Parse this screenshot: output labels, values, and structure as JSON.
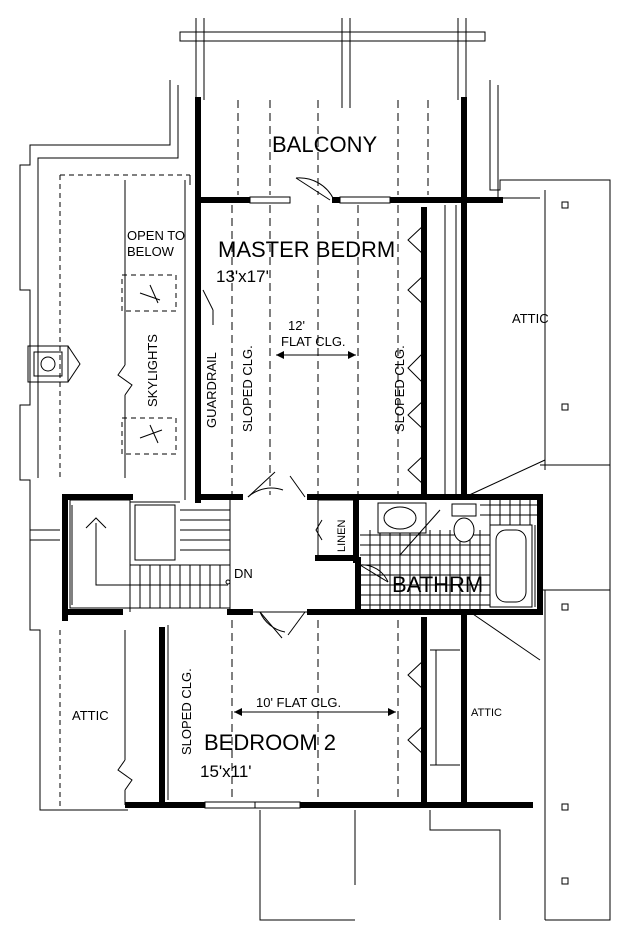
{
  "labels": {
    "balcony": "BALCONY",
    "master_bedroom": "MASTER BEDRM",
    "master_size": "13'x17'",
    "open_to_below_1": "OPEN TO",
    "open_to_below_2": "BELOW",
    "skylights": "SKYLIGHTS",
    "guardrail": "GUARDRAIL",
    "sloped_clg_left": "SLOPED CLG.",
    "flat_clg_master_1": "12'",
    "flat_clg_master_2": "FLAT CLG.",
    "sloped_clg_right": "SLOPED CLG.",
    "attic_right": "ATTIC",
    "linen": "LINEN",
    "bathroom": "BATHRM",
    "down": "DN",
    "attic_left": "ATTIC",
    "sloped_clg_bedroom2": "SLOPED CLG.",
    "flat_clg_bedroom2": "10' FLAT CLG.",
    "bedroom2": "BEDROOM 2",
    "bedroom2_size": "15'x11'",
    "attic_small": "ATTIC"
  }
}
